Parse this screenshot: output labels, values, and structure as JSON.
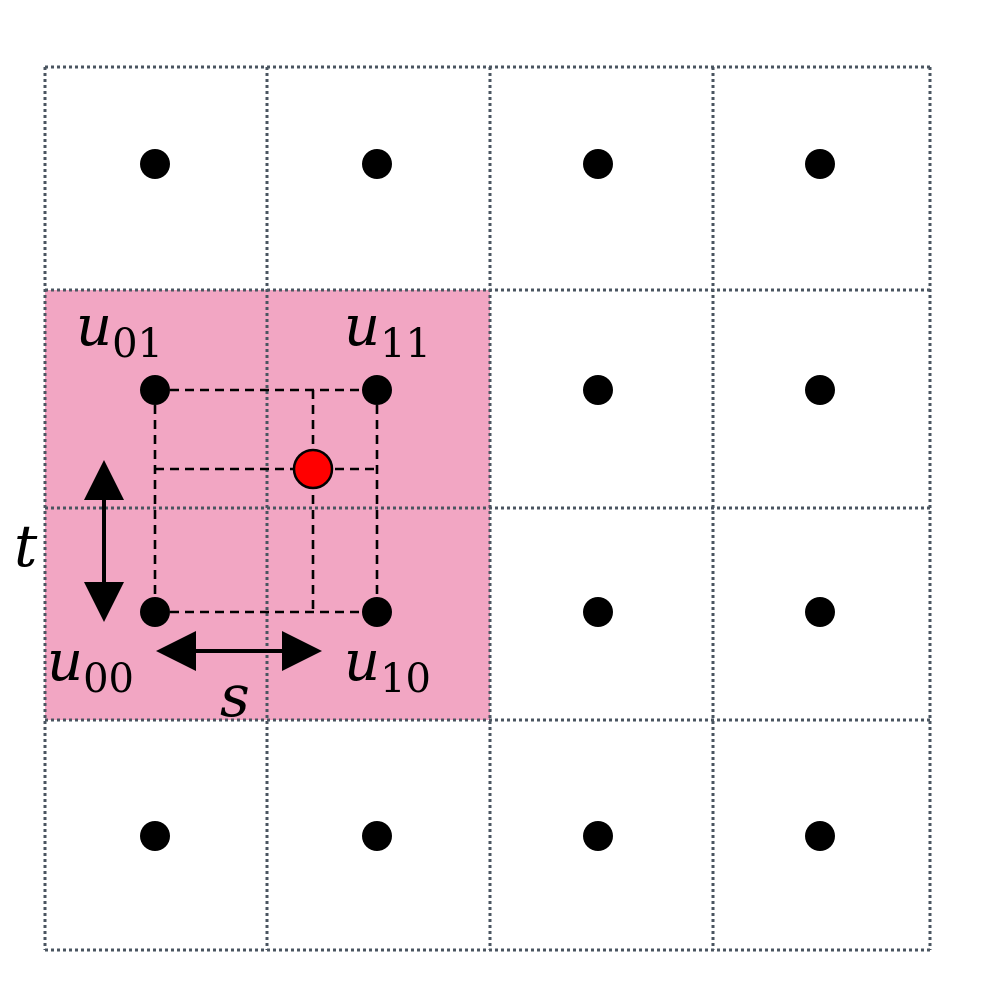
{
  "colors": {
    "highlight": "#f2a6c3",
    "grid_line": "#4a5560",
    "dot": "#000000",
    "sample": "#ff0000",
    "guide": "#000000"
  },
  "grid": {
    "columns": 4,
    "rows": 4
  },
  "highlight_block": {
    "col_span": 2,
    "row_span": 2,
    "col_start": 0,
    "row_start": 1
  },
  "sample_point": {
    "s": 0.7,
    "t": 0.65
  },
  "labels": {
    "u01": {
      "base": "u",
      "sub": "01"
    },
    "u11": {
      "base": "u",
      "sub": "11"
    },
    "u00": {
      "base": "u",
      "sub": "00"
    },
    "u10": {
      "base": "u",
      "sub": "10"
    },
    "s": "s",
    "t": "t"
  }
}
